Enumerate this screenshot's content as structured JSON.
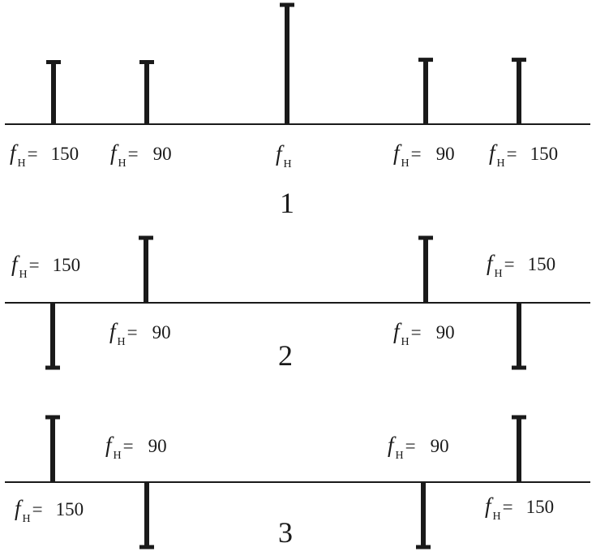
{
  "colors": {
    "ink": "#1a1a1a",
    "background": "#ffffff"
  },
  "symbol": {
    "f": "f",
    "sub": "H",
    "eq": "="
  },
  "panels": [
    {
      "number": "1",
      "lines": [
        {
          "label": "150",
          "sign": 1,
          "level": 0.52
        },
        {
          "label": "90",
          "sign": 1,
          "level": 0.52
        },
        {
          "label": "",
          "sign": 1,
          "level": 1.0
        },
        {
          "label": "90",
          "sign": 1,
          "level": 0.54
        },
        {
          "label": "150",
          "sign": 1,
          "level": 0.54
        }
      ]
    },
    {
      "number": "2",
      "lines": [
        {
          "label": "150",
          "sign": -1,
          "level": 1.0
        },
        {
          "label": "90",
          "sign": 1,
          "level": 1.0
        },
        {
          "label": "90",
          "sign": 1,
          "level": 1.0
        },
        {
          "label": "150",
          "sign": -1,
          "level": 1.0
        }
      ]
    },
    {
      "number": "3",
      "lines": [
        {
          "label": "150",
          "sign": 1,
          "level": 1.0
        },
        {
          "label": "90",
          "sign": -1,
          "level": 1.0
        },
        {
          "label": "90",
          "sign": -1,
          "level": 1.0
        },
        {
          "label": "150",
          "sign": 1,
          "level": 1.0
        }
      ]
    }
  ]
}
